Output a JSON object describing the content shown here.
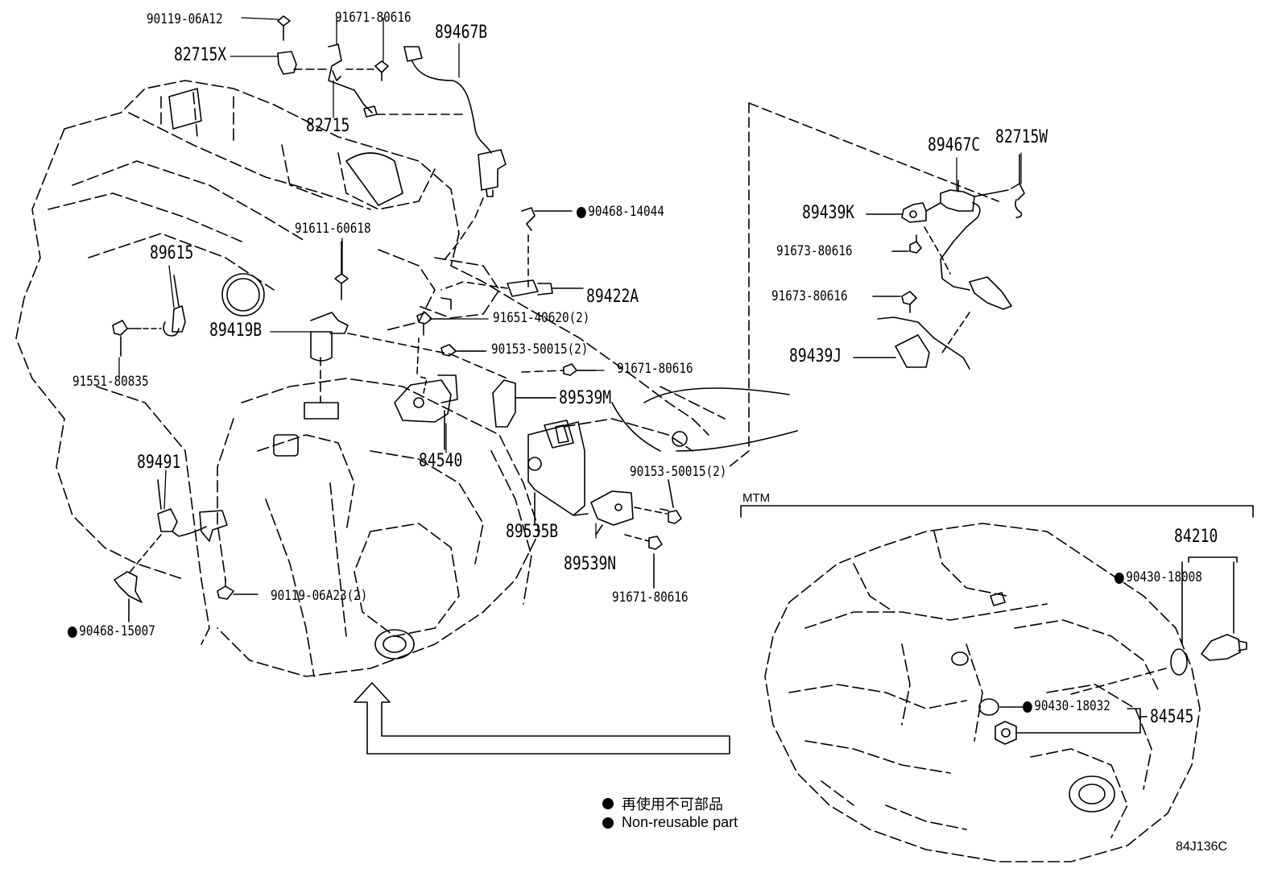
{
  "diagram": {
    "section_label": "MTM",
    "drawing_code": "84J136C",
    "legend": [
      {
        "text": "再使用不可部品"
      },
      {
        "text": "Non-reusable part"
      }
    ],
    "parts": {
      "p_90119_06A12": "90119-06A12",
      "p_91671_80616_top": "91671-80616",
      "p_89467B": "89467B",
      "p_82715X": "82715X",
      "p_82715": "82715",
      "p_90468_14044": "90468-14044",
      "p_91611_60618": "91611-60618",
      "p_89615": "89615",
      "p_89422A": "89422A",
      "p_91651_40620": "91651-40620(2)",
      "p_89419B": "89419B",
      "p_90153_50015_a": "90153-50015(2)",
      "p_91671_80616_mid": "91671-80616",
      "p_91551_80835": "91551-80835",
      "p_89539M": "89539M",
      "p_84540": "84540",
      "p_89491": "89491",
      "p_90153_50015_b": "90153-50015(2)",
      "p_89535B": "89535B",
      "p_89539N": "89539N",
      "p_90119_06A23": "90119-06A23(2)",
      "p_91671_80616_low": "91671-80616",
      "p_90468_15007": "90468-15007",
      "p_89467C": "89467C",
      "p_82715W": "82715W",
      "p_89439K": "89439K",
      "p_91673_80616_a": "91673-80616",
      "p_91673_80616_b": "91673-80616",
      "p_89439J": "89439J",
      "p_84210": "84210",
      "p_90430_18008": "90430-18008",
      "p_90430_18032": "90430-18032",
      "p_84545": "84545"
    }
  }
}
